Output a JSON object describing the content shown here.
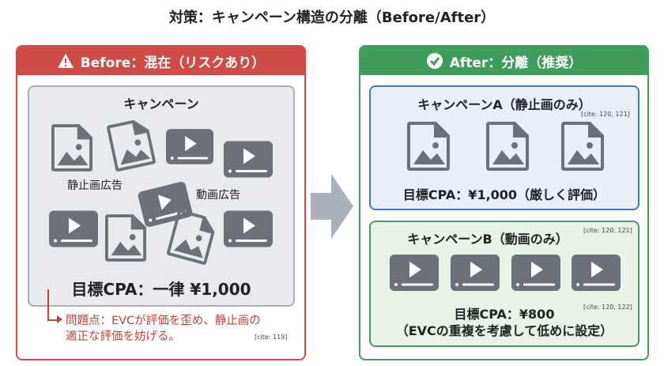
{
  "title": "対策：キャンペーン構造の分離（Before/After）",
  "colors": {
    "before": "#cf4b46",
    "after": "#3f9c5a",
    "box_a": "#3b7bbf",
    "box_b": "#4a9b5a",
    "icon": "#6b7079"
  },
  "before": {
    "header": "Before：混在（リスクあり）",
    "campaign_title": "キャンペーン",
    "label_image": "静止画広告",
    "label_video": "動画広告",
    "cpa": "目標CPA：一律 ¥1,000",
    "problem_line1": "問題点：EVCが評価を歪め、静止画の",
    "problem_line2": "適正な評価を妨げる。",
    "cite": "[cite: 119]"
  },
  "after": {
    "header": "After：分離（推奨）",
    "campaign_a": {
      "title": "キャンペーンA（静止画のみ）",
      "cite": "[cite: 120, 121]",
      "cpa": "目標CPA：¥1,000（厳しく評価）"
    },
    "campaign_b": {
      "title": "キャンペーンB（動画のみ）",
      "cite": "[cite: 120, 121]",
      "cite2": "[cite: 120, 122]",
      "cpa_line1": "目標CPA：¥800",
      "cpa_line2": "（EVCの重複を考慮して低めに設定）"
    }
  }
}
